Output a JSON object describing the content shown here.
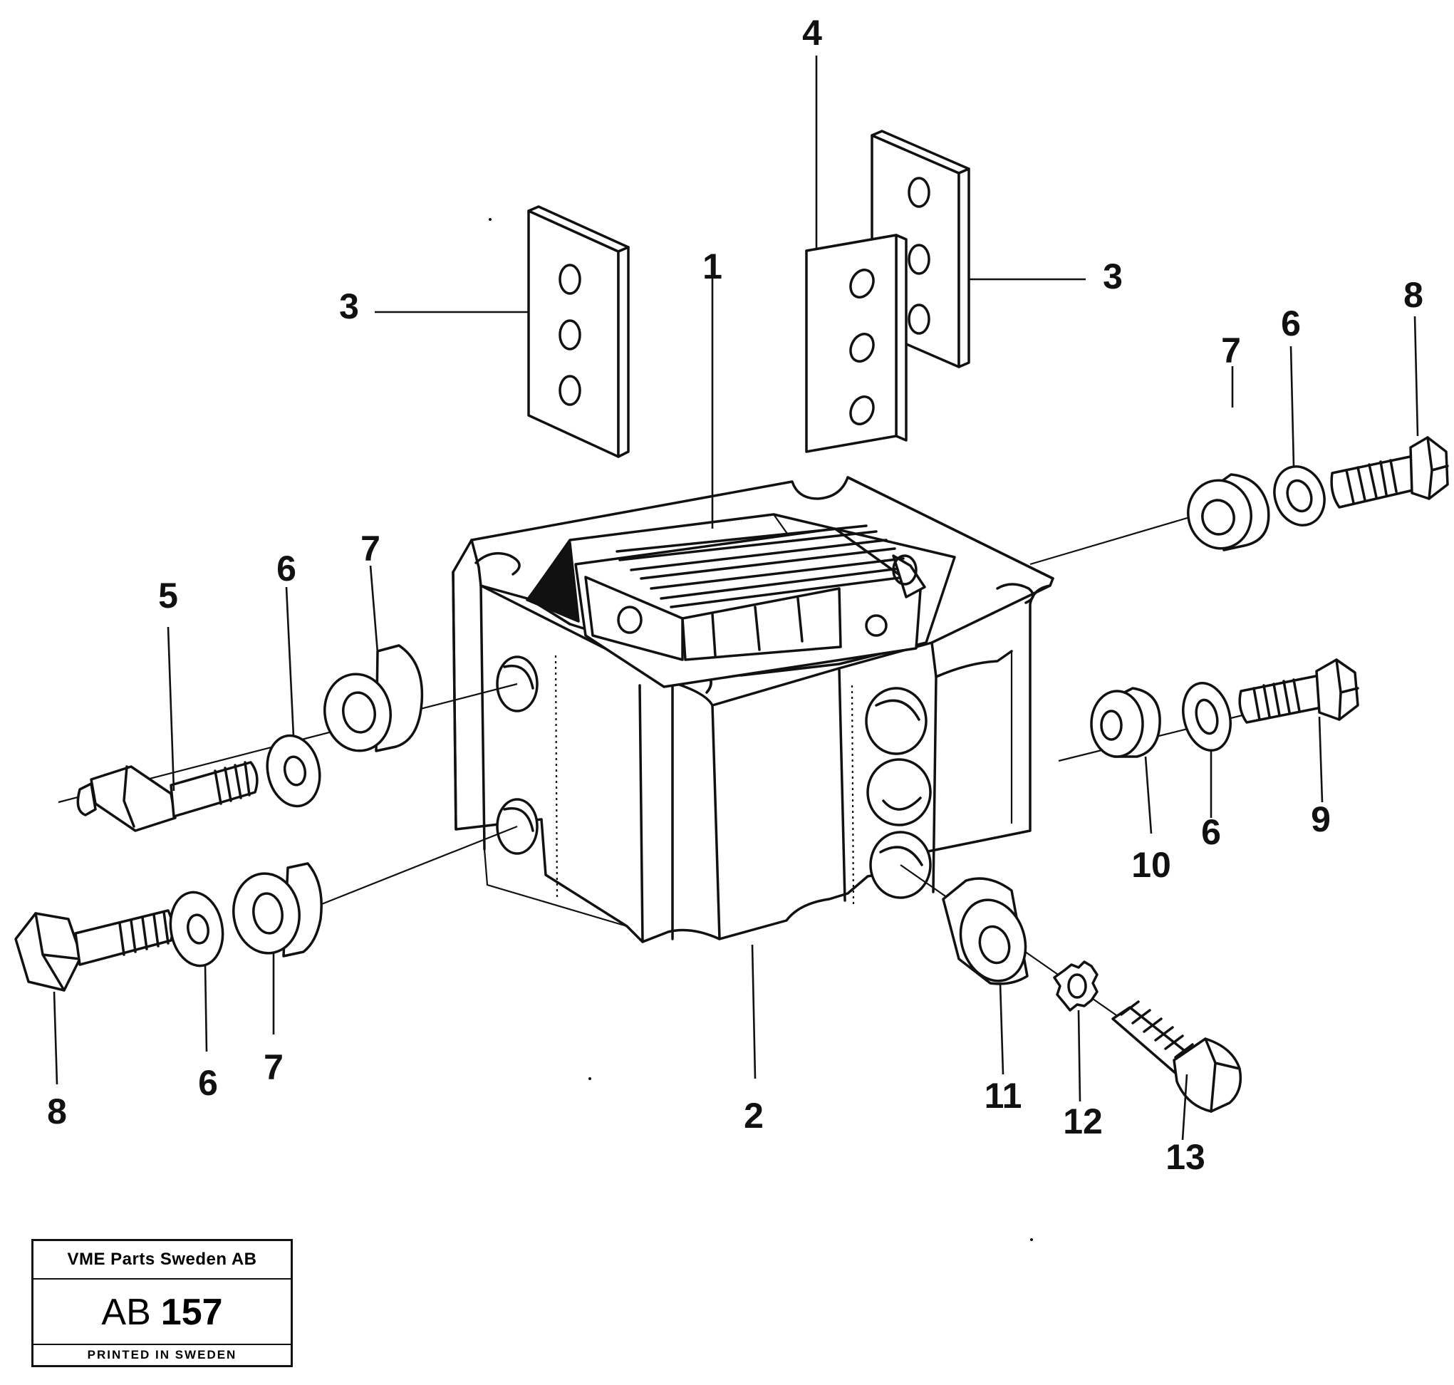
{
  "callouts": {
    "c1": "1",
    "c2": "2",
    "c3a": "3",
    "c3b": "3",
    "c4": "4",
    "c5": "5",
    "c6a": "6",
    "c6b": "6",
    "c6c": "6",
    "c6d": "6",
    "c7a": "7",
    "c7b": "7",
    "c7c": "7",
    "c8a": "8",
    "c8b": "8",
    "c9": "9",
    "c10": "10",
    "c11": "11",
    "c12": "12",
    "c13": "13"
  },
  "stamp": {
    "company": "VME Parts Sweden AB",
    "ref_prefix": "AB",
    "ref_number": "157",
    "footer": "PRINTED IN SWEDEN"
  }
}
